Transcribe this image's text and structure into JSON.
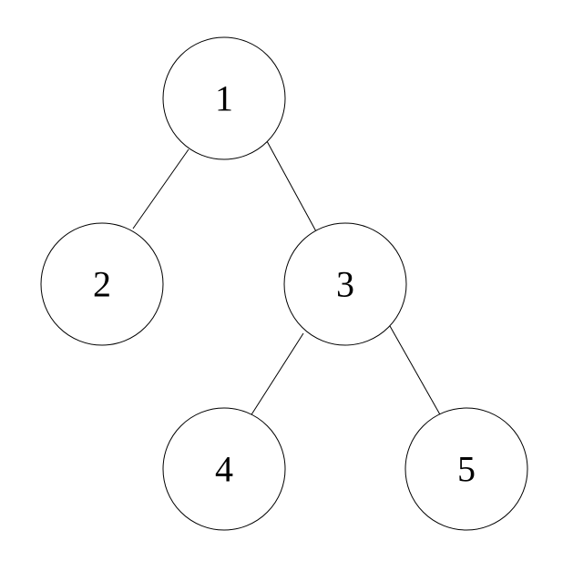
{
  "tree": {
    "nodes": [
      {
        "id": "1",
        "label": "1"
      },
      {
        "id": "2",
        "label": "2"
      },
      {
        "id": "3",
        "label": "3"
      },
      {
        "id": "4",
        "label": "4"
      },
      {
        "id": "5",
        "label": "5"
      }
    ],
    "edges": [
      {
        "from": "1",
        "to": "2"
      },
      {
        "from": "1",
        "to": "3"
      },
      {
        "from": "3",
        "to": "4"
      },
      {
        "from": "3",
        "to": "5"
      }
    ]
  }
}
